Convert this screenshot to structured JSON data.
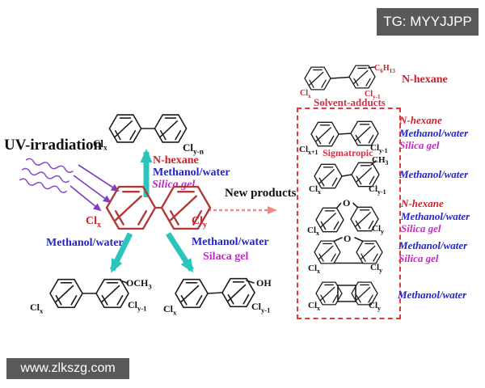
{
  "tg_badge": "TG: MYYJJPP",
  "watermark": "www.zlkszg.com",
  "uv_label": "UV-irradiation",
  "new_products": "New products",
  "colors": {
    "teal_arrow": "#2cc5bc",
    "purple_arrow": "#7d3fc0",
    "pink_dashed_arrow": "#ef8a8a",
    "structure_red": "#b03a3a",
    "red_text": "#cf2028",
    "blue_text": "#2326c3",
    "magenta_text": "#c32ac3",
    "crimson_text": "#cd3248",
    "dashed_box_red": "#e23b3b",
    "badge_gray": "#595959"
  },
  "top_product": {
    "cl_left": {
      "t": "Cl",
      "s": "x"
    },
    "cl_right": {
      "t": "Cl",
      "s": "y-n"
    }
  },
  "up_labels": {
    "hexane": "N-hexane",
    "methanol": "Methanol/water",
    "silica": "Silica gel"
  },
  "reactant": {
    "cl_left": {
      "t": "Cl",
      "s": "x"
    },
    "cl_right": {
      "t": "Cl",
      "s": "y"
    }
  },
  "left_branch": {
    "solvent": "Methanol/water",
    "cl_left": {
      "t": "Cl",
      "s": "x"
    },
    "subst": {
      "t": "OCH",
      "s": "3"
    },
    "cl_right": {
      "t": "Cl",
      "s": "y-1"
    }
  },
  "right_branch": {
    "solvent1": "Methanol/water",
    "solvent2": "Silaca gel",
    "cl_left": {
      "t": "Cl",
      "s": "x"
    },
    "subst": "OH",
    "cl_right": {
      "t": "Cl",
      "s": "y-1"
    }
  },
  "adduct": {
    "f1": {
      "t": "C",
      "s": "6"
    },
    "f2": {
      "t": "H",
      "s": "13"
    },
    "cl_left": {
      "t": "Cl",
      "s": "x"
    },
    "cl_right": {
      "t": "Cl",
      "s": "y-1"
    },
    "caption": "Solvent-adducts",
    "solvent": "N-hexane"
  },
  "panel": {
    "row1": {
      "cl_left": {
        "t": "Cl",
        "s": "x+1"
      },
      "cl_right": {
        "t": "Cl",
        "s": "y-1"
      },
      "caption": "Sigmatropic",
      "s1": "N-hexane",
      "s2": "Methanol/water",
      "s3": "Silica gel"
    },
    "row2": {
      "subst": {
        "t": "CH",
        "s": "3"
      },
      "cl_left": {
        "t": "Cl",
        "s": "x"
      },
      "cl_right": {
        "t": "Cl",
        "s": "y-1"
      },
      "s1": "Methanol/water"
    },
    "row3": {
      "o": "O",
      "cl_left": {
        "t": "Cl",
        "s": "x"
      },
      "cl_right": {
        "t": "Cl",
        "s": "y"
      },
      "s1": "N-hexane",
      "s2": "Methanol/water",
      "s3": "Silica gel"
    },
    "row4": {
      "o": "O",
      "cl_left": {
        "t": "Cl",
        "s": "x"
      },
      "cl_right": {
        "t": "Cl",
        "s": "y"
      },
      "s1": "Methanol/water",
      "s2": "Silica gel"
    },
    "row5": {
      "cl_left": {
        "t": "Cl",
        "s": "x"
      },
      "cl_right": {
        "t": "Cl",
        "s": "y"
      },
      "s1": "Methanol/water"
    }
  }
}
